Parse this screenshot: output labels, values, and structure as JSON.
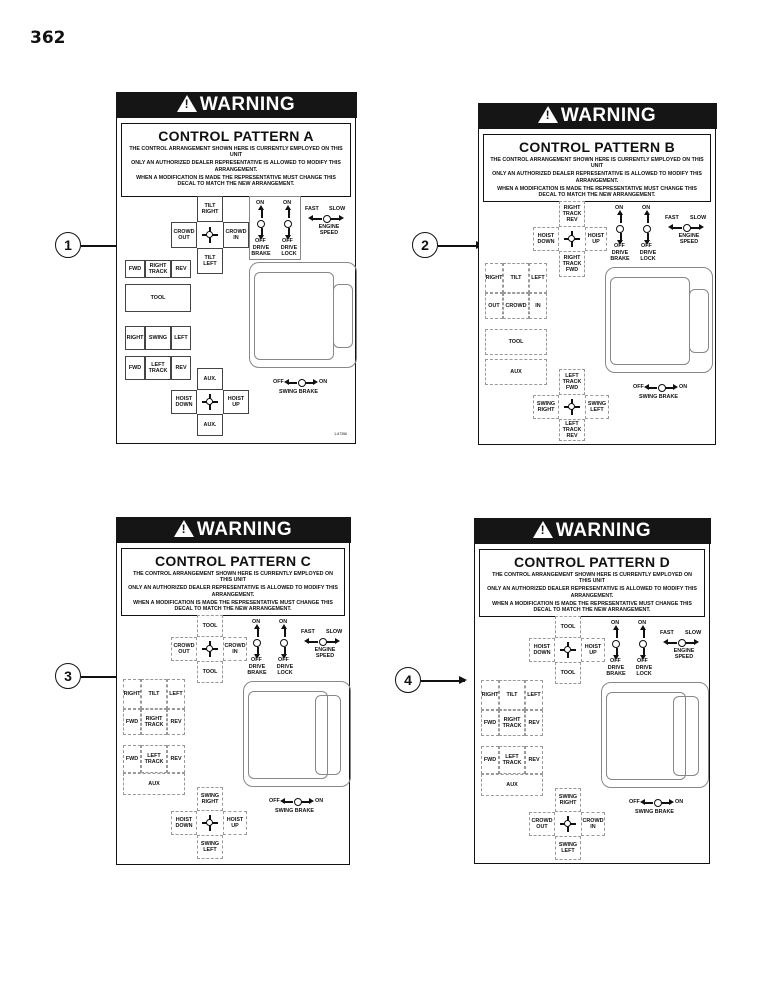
{
  "page_number": "362",
  "callouts": [
    "1",
    "2",
    "3",
    "4"
  ],
  "warning_word": "WARNING",
  "info_lines": [
    "THE CONTROL ARRANGEMENT SHOWN HERE IS CURRENTLY EMPLOYED ON THIS UNIT",
    "ONLY AN AUTHORIZED DEALER REPRESENTATIVE IS ALLOWED TO MODIFY THIS ARRANGEMENT.",
    "WHEN A MODIFICATION IS MADE THE REPRESENTATIVE MUST CHANGE THIS DECAL TO MATCH THE NEW ARRANGEMENT."
  ],
  "common": {
    "on": "ON",
    "off": "OFF",
    "drive_brake": "DRIVE BRAKE",
    "drive_lock": "DRIVE LOCK",
    "fast": "FAST",
    "slow": "SLOW",
    "engine_speed": "ENGINE SPEED",
    "swing_brake_off": "OFF",
    "swing_brake_on": "ON",
    "swing_brake": "SWING BRAKE"
  },
  "patterns": [
    {
      "title": "CONTROL PATTERN A",
      "code": "1-67356",
      "center": {
        "top": "TILT RIGHT",
        "left": "CROWD OUT",
        "right": "CROWD IN",
        "bottom": "TILT LEFT"
      },
      "row1": [
        "FWD",
        "RIGHT TRACK",
        "REV"
      ],
      "tool": "TOOL",
      "row3": [
        "RIGHT",
        "SWING",
        "LEFT"
      ],
      "row4": [
        "FWD",
        "LEFT TRACK",
        "REV"
      ],
      "bottom": {
        "top": "AUX.",
        "left": "HOIST DOWN",
        "right": "HOIST UP",
        "bottom": "AUX."
      }
    },
    {
      "title": "CONTROL PATTERN B",
      "center": {
        "top": "RIGHT TRACK REV",
        "left": "HOIST DOWN",
        "right": "HOIST UP",
        "bottom": "RIGHT TRACK FWD"
      },
      "left_a": [
        "RIGHT",
        "TILT",
        "LEFT"
      ],
      "left_b": [
        "OUT",
        "CROWD",
        "IN"
      ],
      "tool": "TOOL",
      "aux": "AUX",
      "bottom": {
        "top": "LEFT TRACK FWD",
        "left": "SWING RIGHT",
        "right": "SWING LEFT",
        "bottom": "LEFT TRACK REV"
      }
    },
    {
      "title": "CONTROL PATTERN C",
      "center": {
        "top": "TOOL",
        "left": "CROWD OUT",
        "right": "CROWD IN",
        "bottom": "TOOL"
      },
      "left_a": [
        "RIGHT",
        "TILT",
        "LEFT"
      ],
      "left_b": [
        "FWD",
        "RIGHT TRACK",
        "REV"
      ],
      "left_c": [
        "FWD",
        "LEFT TRACK",
        "REV"
      ],
      "aux": "AUX",
      "bottom": {
        "top": "SWING RIGHT",
        "left": "HOIST DOWN",
        "right": "HOIST UP",
        "bottom": "SWING LEFT"
      }
    },
    {
      "title": "CONTROL PATTERN D",
      "center": {
        "top": "TOOL",
        "left": "HOIST DOWN",
        "right": "HOIST UP",
        "bottom": "TOOL"
      },
      "left_a": [
        "RIGHT",
        "TILT",
        "LEFT"
      ],
      "left_b": [
        "FWD",
        "RIGHT TRACK",
        "REV"
      ],
      "left_c": [
        "FWD",
        "LEFT TRACK",
        "REV"
      ],
      "aux": "AUX",
      "bottom": {
        "top": "SWING RIGHT",
        "left": "CROWD OUT",
        "right": "CROWD IN",
        "bottom": "SWING LEFT"
      }
    }
  ]
}
